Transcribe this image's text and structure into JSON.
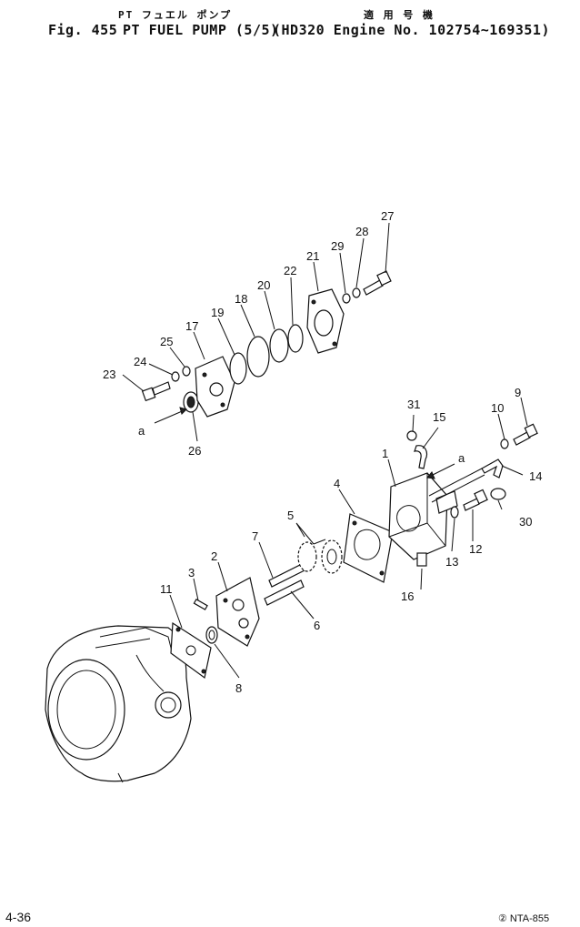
{
  "header": {
    "jp_title": "PT フュエル ポンプ",
    "jp_usage": "適 用 号 機",
    "fig_label": "Fig. 455",
    "title": "PT FUEL PUMP (5/5)",
    "applicability": "(HD320 Engine No. 102754~169351)"
  },
  "callouts": [
    "1",
    "2",
    "3",
    "4",
    "5",
    "6",
    "7",
    "8",
    "9",
    "10",
    "11",
    "12",
    "13",
    "14",
    "15",
    "16",
    "17",
    "18",
    "19",
    "20",
    "21",
    "22",
    "23",
    "24",
    "25",
    "26",
    "27",
    "28",
    "29",
    "30",
    "31"
  ],
  "connector_labels": [
    "a",
    "a"
  ],
  "footer": {
    "page": "4-36",
    "code": "② NTA-855"
  }
}
